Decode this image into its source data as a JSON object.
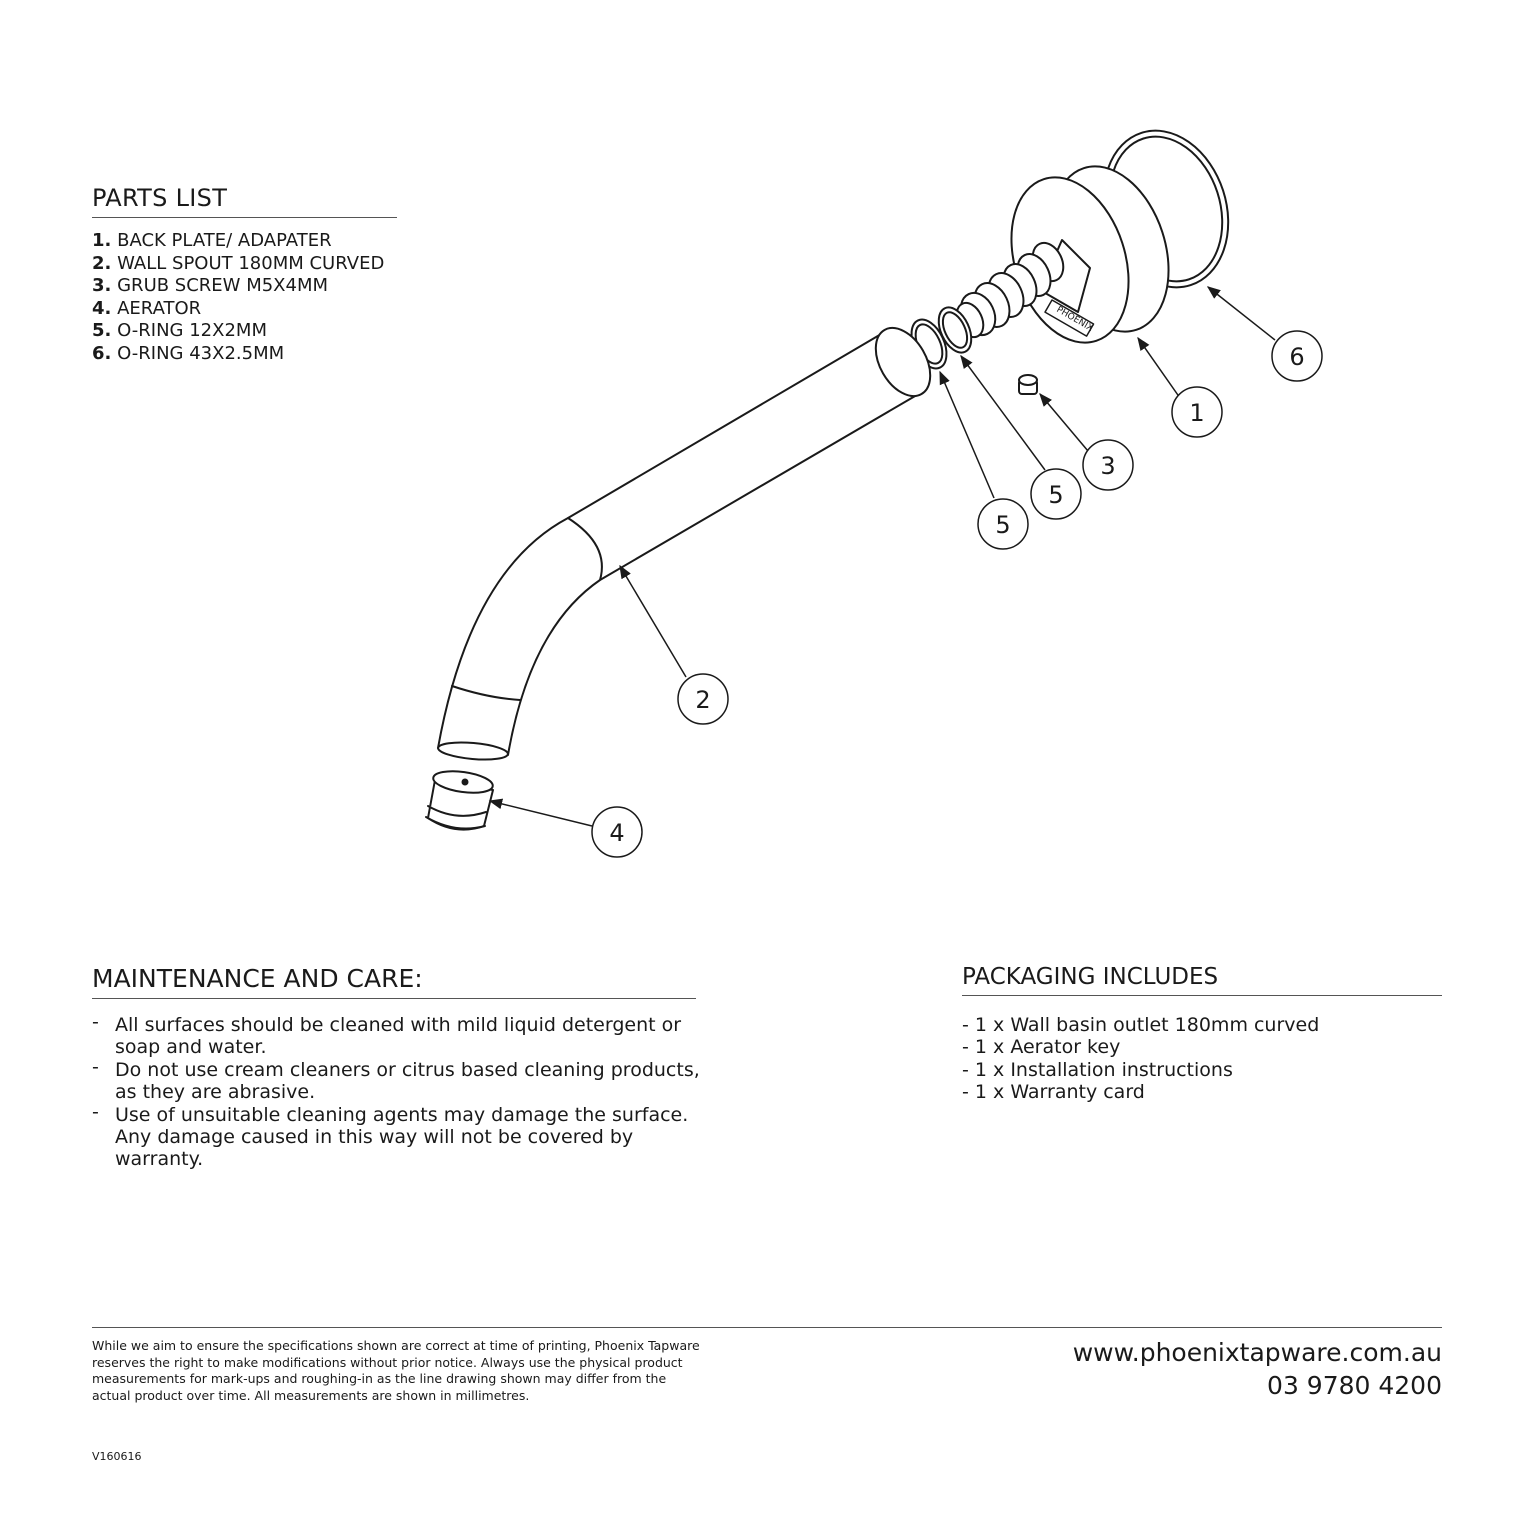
{
  "parts_list": {
    "title": "PARTS LIST",
    "items": [
      {
        "num": "1.",
        "label": "BACK PLATE/ ADAPATER"
      },
      {
        "num": "2.",
        "label": "WALL SPOUT 180MM CURVED"
      },
      {
        "num": "3.",
        "label": "GRUB SCREW M5X4MM"
      },
      {
        "num": "4.",
        "label": "AERATOR"
      },
      {
        "num": "5.",
        "label": "O-RING 12X2MM"
      },
      {
        "num": "6.",
        "label": "O-RING 43X2.5MM"
      }
    ]
  },
  "diagram": {
    "callouts": [
      "1",
      "2",
      "3",
      "4",
      "5",
      "5",
      "6"
    ],
    "brand_mark": "PHOENIX"
  },
  "maintenance": {
    "title": "MAINTENANCE AND CARE:",
    "items": [
      "All surfaces should be cleaned with mild liquid detergent or soap and water.",
      "Do not use cream cleaners or citrus based cleaning products, as they are abrasive.",
      "Use of unsuitable cleaning agents may damage the surface. Any damage caused in this way will not be covered by warranty."
    ]
  },
  "packaging": {
    "title": "PACKAGING INCLUDES",
    "items": [
      "1 x Wall basin outlet 180mm curved",
      "1 x Aerator key",
      "1 x Installation instructions",
      "1 x Warranty card"
    ]
  },
  "footer": {
    "disclaimer": "While we aim to ensure the specifications shown are correct at time of printing, Phoenix Tapware reserves the right to make modifications without prior notice. Always use the physical product measurements for mark-ups and roughing-in as the line drawing shown may differ from the actual product over time. All measurements are shown in millimetres.",
    "website": "www.phoenixtapware.com.au",
    "phone": "03 9780 4200",
    "version": "V160616"
  }
}
